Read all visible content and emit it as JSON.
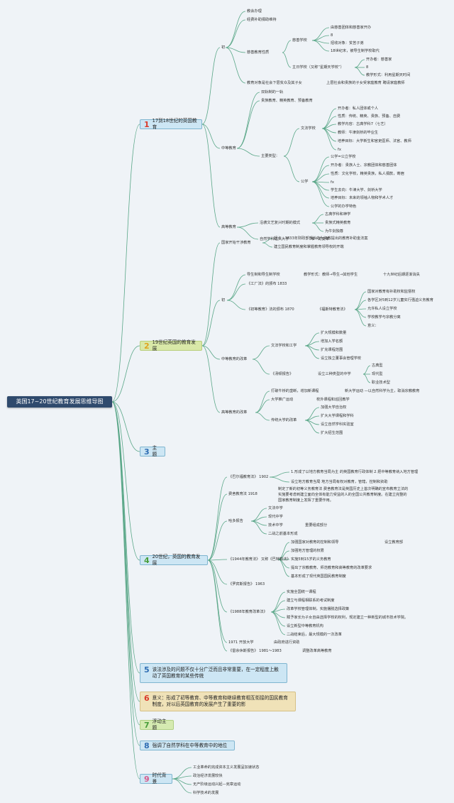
{
  "root": {
    "title": "英国17~20世纪教育发展思维导图"
  },
  "colors": {
    "root": "#2f4a6d",
    "edge": "#5aa788",
    "num_red": "#d93a2b",
    "num_yellow": "#e0a31e",
    "num_blue": "#2f6db3",
    "num_green": "#4a9e3b",
    "num_pink": "#d65a8c"
  },
  "main": [
    {
      "num": "1",
      "label": "17到18世纪的英国教育"
    },
    {
      "num": "2",
      "label": "19世纪英国的教育发展"
    },
    {
      "num": "3",
      "label": "主题"
    },
    {
      "num": "4",
      "label": "20世纪，英国的教育发展"
    },
    {
      "num": "5",
      "label": "该法涉及的问题不仅十分广泛而且非常重要，在一定程度上触动了英国教育的某些传统"
    },
    {
      "num": "6",
      "label": "意义：形成了初等教育、中等教育和继续教育相互衔接的国民教育制度，对以后英国教育的发展产生了重要的影"
    },
    {
      "num": "7",
      "label": "浮动主题"
    },
    {
      "num": "8",
      "label": "强调了自然学科在中等教育中的地位"
    },
    {
      "num": "9",
      "label": "时代背景"
    }
  ],
  "nodes": {
    "b1": {
      "init": "初",
      "i1": "教会办理",
      "i2": "经费补助捐助维持",
      "i3": "慈善教育性质",
      "i3a": "慈善学校",
      "i3a1": "由慈善团体和慈善家开办",
      "i3a2": "8",
      "i3a3": "招收对象：贫苦子弟",
      "i3a4": "18世纪末，被导生制学校取代",
      "i3b": "主日学校（又称“星期天学校”）",
      "i3b1": "开办者：慈善家",
      "i3b2": "8",
      "i3b3": "教学形式：利用星期天时间",
      "i4": "教育对象是社会下层贫众及其子女",
      "i4a": "上层社会和贵族的子女受家庭教育 聘请家庭教师",
      "sec": "中等教育",
      "s1": "双轨制的一轨",
      "s2": "贵族教育、精英教育、预备教育",
      "s3": "主要类型：",
      "s3a": "文法学校",
      "s3a1": "开办者：私人团体或个人",
      "s3a2": "性质：传统、精英、贵族、预备、自费",
      "s3a3": "教学内容：古典学科7（七艺）",
      "s3a4": "教师：牛津剑桥的毕业生",
      "s3a5": "培养目标：大学新生和官吏医师、法官、教师",
      "s3a6": "fx",
      "s3b": "公学",
      "s3b1": "公学=公立学校",
      "s3b2": "开办者：贵族人士、宗教团体和慈善团体",
      "s3b3": "性质：文化学校，精英贵族，私人捐款，寄宿",
      "s3b4": "fx",
      "s3b5": "学生去向：牛津大学、剑桥大学",
      "s3b6": "培养目标：未来的领袖人物和学术人才",
      "s3b7": "公学的办学特色",
      "hi": "高等教育",
      "h1": "沿袭文艺复兴时期的模式",
      "h1a": "古典学科和神学",
      "h1b": "贵族式精英教育",
      "h1c": "为牛剑独尊",
      "h2": "自然学科进入大学",
      "h2a": "唯一的变革"
    },
    "b2": {
      "g": "国家开始干涉教育",
      "g1": "起点：1833年财政部部长向为资教提出的教育补助金法案",
      "g2": "建立国民教育制度和掌握教育领导权的开端",
      "init": "初",
      "p1": "导生制和导生制学校",
      "p1a": "教学形式：教师→导生→其他学生",
      "p1b": "十九世纪后期逐渐消失",
      "p2": "《工厂法》的颁布 1833",
      "p3": "《初等教育》法的颁布 1870",
      "p3a": "《福斯特教育法》",
      "p3a1": "国家对教育有补助权和监督权",
      "p3a2": "各学区对5到12岁儿童实行强迫义务教育",
      "p3a3": "允许私人设立学校",
      "p3a4": "学校教学与宗教分离",
      "p3a5": "意义：",
      "m": "中等教育的改革",
      "m1": "文法学校和工学",
      "m1a": "扩大规模和数量",
      "m1b": "增加入学名额",
      "m1c": "扩充课程范围",
      "m1d": "设立独立董事会管理学校",
      "m2": "《汤顿报告》",
      "m2a": "设立三种类型的中学",
      "m2a1": "古典型",
      "m2a2": "现代型",
      "m2a3": "职业技术型",
      "h": "高等教育的改革",
      "h1": "打破牛桥的垄断，增加新课程",
      "h1a": "新大学运动 —以自然科学为主，取消宗教教育",
      "h2": "大学推广运动",
      "h2a": "校外课程和巡回教学",
      "h3": "传统大学的改革",
      "h3a": "加强大学自治权",
      "h3b": "扩大大学课程和学科",
      "h3c": "设立自然学科实验室",
      "h3d": "扩大招生范围"
    },
    "b4": {
      "b": "《巴尔福教育法》 1902",
      "b1": "1.形成了以地方教育当局为主 的英国教育行政体制 2.把中等教育纳入地方管理",
      "b2": "设立地方教育当局 地方当局有权对教育，管辖，控制和资助",
      "f": "费舍教育法 1918",
      "f1": "制定了新的初等义务教育法 费舍教育法是英国历史上首次明确的宣布教育立法的",
      "f2": "实施要考虑到建立面向全体有能力受益的人的全国公共教育制度。在建立完整的",
      "f3": "国家教育制度上发挥了重要作用。",
      "h": "哈多报告",
      "h1": "文法中学",
      "h2": "现代中学",
      "h3": "技术中学",
      "h3a": "重要组成部分",
      "h4": "二战之前基本形成",
      "e": "《1944年教育法》 又称《巴特勒法》",
      "e1": "加强国家对教育的控制和领导",
      "e1a": "设立教育部",
      "e2": "加强地方管理的权限",
      "e3": "实施5到15岁的义务教育",
      "e4": "提出了宗教教育、师范教育和高等教育的改革要求",
      "e5": "基本形成了现代英国国民教育制度",
      "p": "《罗宾斯报告》 1963",
      "r": "《1988年教育改革法》",
      "r1": "实施全国统一课程",
      "r2": "建立与课程相联系的考试制度",
      "r3": "改革学校管理体制，实施摆脱选择政策",
      "r4": "赋予家长为子女自由选择学校的权利，规定建立一种新型的城市技术学院。",
      "r5": "设立新型中等教育机构",
      "r6": "二战结束后，最大规模的一次改革",
      "o": "1971 开放大学",
      "o1": "由政府进行资助",
      "j": "《雷余休斯报告》 1981～1983",
      "j1": "调整改革高等教育"
    },
    "b9": {
      "c1": "工业革命的完成资本主义发展呈加速状态",
      "c2": "政治经济发展较快",
      "c3": "无产阶级运动兴起—宪章运动",
      "c4": "科学技术的发展"
    }
  }
}
